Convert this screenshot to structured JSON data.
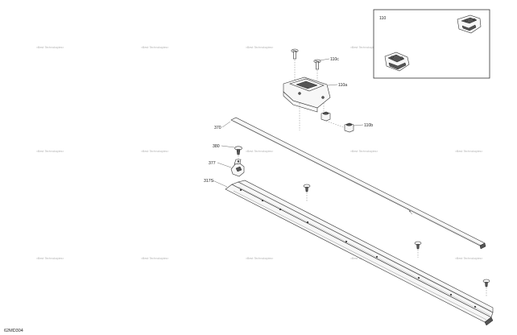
{
  "watermark_text": "«Best Technologies»",
  "diagram_code": "62MD304",
  "callouts": {
    "c110": "110",
    "c110c": "110c",
    "c110a": "110a",
    "c110b": "110b",
    "c370": "370",
    "c380": "380",
    "c377": "377",
    "c317": "317S"
  }
}
